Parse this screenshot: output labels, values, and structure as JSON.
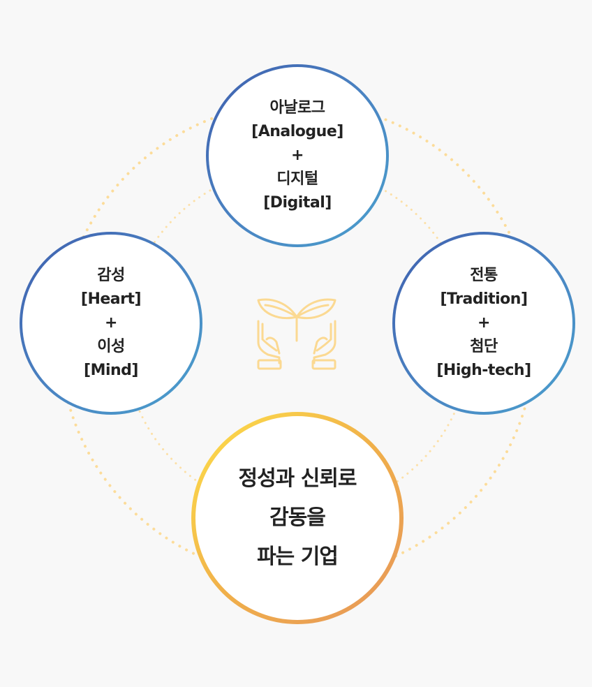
{
  "diagram": {
    "nodes": {
      "top": {
        "lines": [
          "아날로그",
          "[Analogue]",
          "+",
          "디지털",
          "[Digital]"
        ]
      },
      "left": {
        "lines": [
          "감성",
          "[Heart]",
          "+",
          "이성",
          "[Mind]"
        ]
      },
      "right": {
        "lines": [
          "전통",
          "[Tradition]",
          "+",
          "첨단",
          "[High-tech]"
        ]
      },
      "bottom": {
        "lines": [
          "정성과 신뢰로",
          "감동을",
          "파는 기업"
        ]
      }
    },
    "center_icon": "hands-holding-sprout-icon",
    "colors": {
      "small_ring_start": "#3f5fae",
      "small_ring_end": "#4aa0cd",
      "big_ring_start": "#fee04a",
      "big_ring_end": "#e6955a",
      "dotted_circle": "#fcdc9a",
      "icon": "#fbd992",
      "background": "#f8f8f8"
    }
  }
}
